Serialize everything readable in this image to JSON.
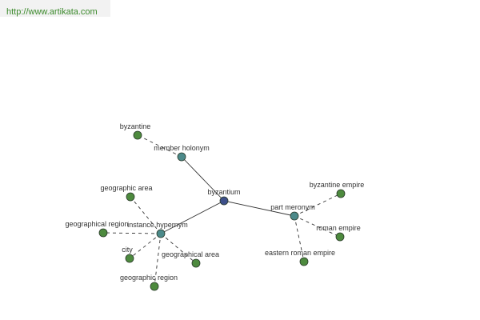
{
  "header": {
    "url": "http://www.artikata.com"
  },
  "colors": {
    "center_node": "#3d4f8a",
    "relation_node": "#4c8a8a",
    "leaf_node": "#4d8a3e",
    "node_stroke": "#2a3a2a",
    "edge": "#333333",
    "url_text": "#3c8a2c"
  },
  "graph": {
    "center": {
      "id": "byzantium",
      "label": "byzantium"
    },
    "relations": [
      {
        "id": "member_holonym",
        "label": "member holonym"
      },
      {
        "id": "instance_hypernym",
        "label": "instance hypernym"
      },
      {
        "id": "part_meronym",
        "label": "part meronym"
      }
    ],
    "leaves": [
      {
        "id": "byzantine",
        "label": "byzantine",
        "relation": "member_holonym"
      },
      {
        "id": "geographic_area",
        "label": "geographic area",
        "relation": "instance_hypernym"
      },
      {
        "id": "geographical_region",
        "label": "geographical region",
        "relation": "instance_hypernym"
      },
      {
        "id": "city",
        "label": "city",
        "relation": "instance_hypernym"
      },
      {
        "id": "geographical_area",
        "label": "geographical area",
        "relation": "instance_hypernym"
      },
      {
        "id": "geographic_region",
        "label": "geographic region",
        "relation": "instance_hypernym"
      },
      {
        "id": "byzantine_empire",
        "label": "byzantine empire",
        "relation": "part_meronym"
      },
      {
        "id": "roman_empire",
        "label": "roman empire",
        "relation": "part_meronym"
      },
      {
        "id": "eastern_roman_empire",
        "label": "eastern roman empire",
        "relation": "part_meronym"
      }
    ]
  }
}
